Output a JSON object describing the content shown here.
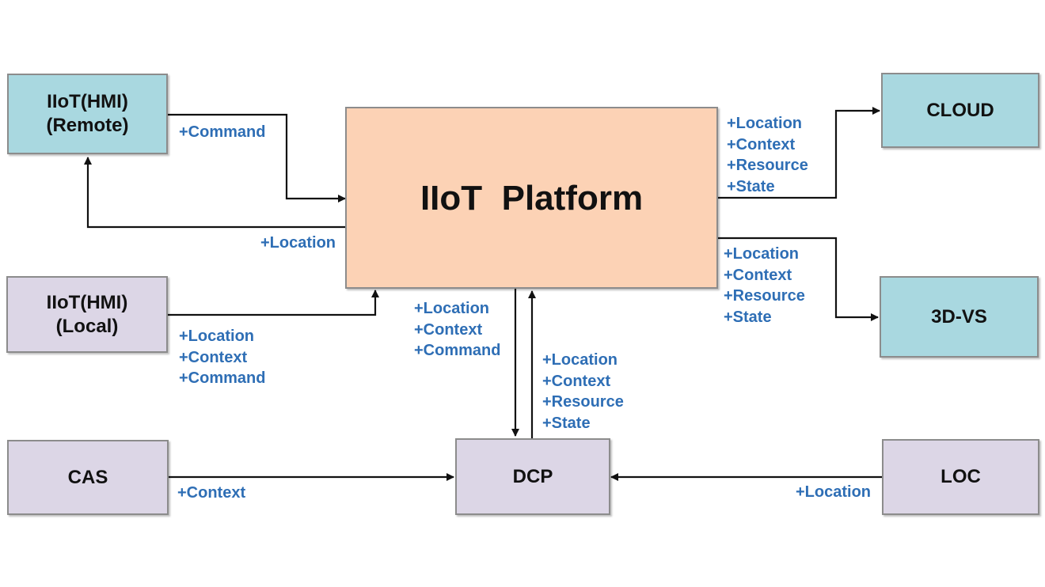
{
  "nodes": {
    "hmi_remote": "IIoT(HMI)\n(Remote)",
    "hmi_local": "IIoT(HMI)\n(Local)",
    "cas": "CAS",
    "platform": "IIoT  Platform",
    "dcp": "DCP",
    "cloud": "CLOUD",
    "vs3d": "3D-VS",
    "loc": "LOC"
  },
  "edges": {
    "remote_to_platform": [
      "+Command"
    ],
    "platform_to_remote": [
      "+Location"
    ],
    "local_to_platform": [
      "+Location",
      "+Context",
      "+Command"
    ],
    "platform_to_cloud": [
      "+Location",
      "+Context",
      "+Resource",
      "+State"
    ],
    "platform_to_3dvs": [
      "+Location",
      "+Context",
      "+Resource",
      "+State"
    ],
    "platform_to_dcp": [
      "+Location",
      "+Context",
      "+Command"
    ],
    "dcp_to_platform": [
      "+Location",
      "+Context",
      "+Resource",
      "+State"
    ],
    "cas_to_dcp": [
      "+Context"
    ],
    "loc_to_dcp": [
      "+Location"
    ]
  },
  "colors": {
    "node_blue": "#a9d8e0",
    "node_purple": "#dcd6e6",
    "node_peach": "#fcd2b5",
    "label_text": "#2e6eb5",
    "wire": "#111111"
  }
}
